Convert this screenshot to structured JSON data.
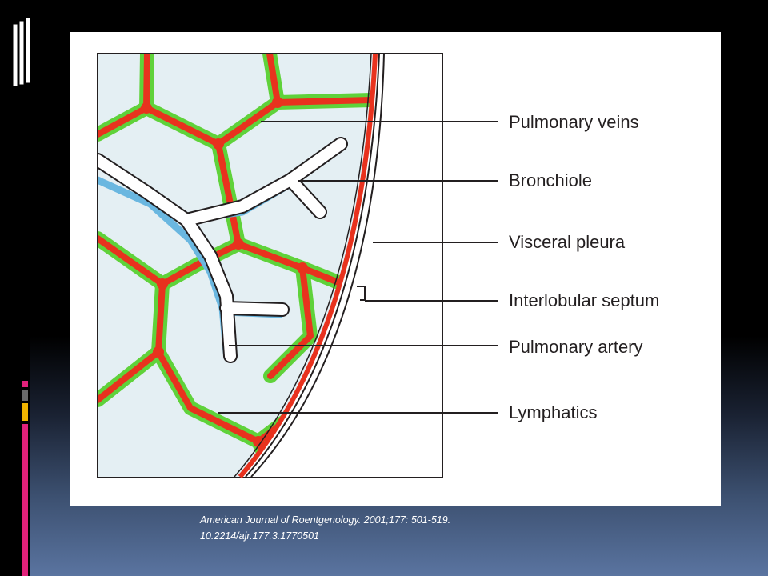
{
  "diagram": {
    "labels": {
      "pulmonary_veins": "Pulmonary veins",
      "bronchiole": "Bronchiole",
      "visceral_pleura": "Visceral pleura",
      "interlobular_septum": "Interlobular septum",
      "pulmonary_artery": "Pulmonary artery",
      "lymphatics": "Lymphatics"
    },
    "colors": {
      "lobule_fill": "#e4eff3",
      "veins": "#e8321e",
      "lymphatics": "#5fd23a",
      "bronchiole": "#ffffff",
      "artery": "#6ab7e0",
      "outline": "#231f20"
    }
  },
  "citation": {
    "line1": "American Journal of Roentgenology. 2001;177: 501-519.",
    "line2": "10.2214/ajr.177.3.1770501"
  },
  "decor": {
    "top_icon": "stacked-pages-icon",
    "accent_colors": [
      "#e0217a",
      "#6a6a6a",
      "#f0b400",
      "#e0217a"
    ]
  }
}
